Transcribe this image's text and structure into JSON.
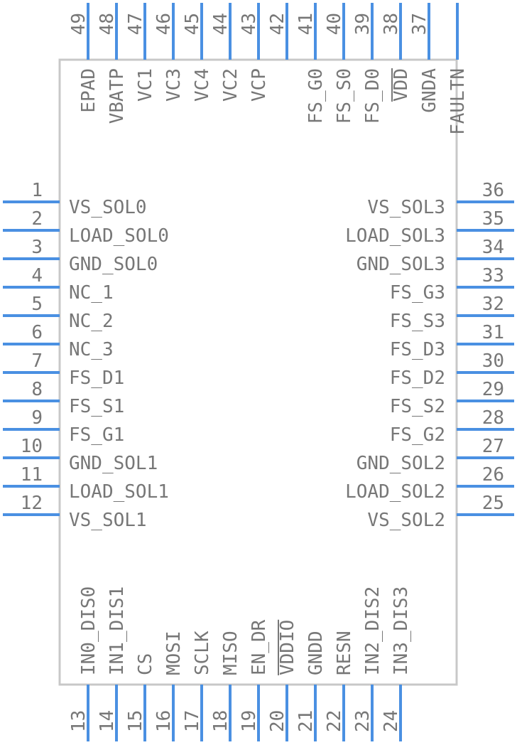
{
  "pins": {
    "left": [
      {
        "num": "1",
        "name": "VS_SOL0"
      },
      {
        "num": "2",
        "name": "LOAD_SOL0"
      },
      {
        "num": "3",
        "name": "GND_SOL0"
      },
      {
        "num": "4",
        "name": "NC_1"
      },
      {
        "num": "5",
        "name": "NC_2"
      },
      {
        "num": "6",
        "name": "NC_3"
      },
      {
        "num": "7",
        "name": "FS_D1"
      },
      {
        "num": "8",
        "name": "FS_S1"
      },
      {
        "num": "9",
        "name": "FS_G1"
      },
      {
        "num": "10",
        "name": "GND_SOL1"
      },
      {
        "num": "11",
        "name": "LOAD_SOL1"
      },
      {
        "num": "12",
        "name": "VS_SOL1"
      }
    ],
    "right": [
      {
        "num": "36",
        "name": "VS_SOL3"
      },
      {
        "num": "35",
        "name": "LOAD_SOL3"
      },
      {
        "num": "34",
        "name": "GND_SOL3"
      },
      {
        "num": "33",
        "name": "FS_G3"
      },
      {
        "num": "32",
        "name": "FS_S3"
      },
      {
        "num": "31",
        "name": "FS_D3"
      },
      {
        "num": "30",
        "name": "FS_D2"
      },
      {
        "num": "29",
        "name": "FS_S2"
      },
      {
        "num": "28",
        "name": "FS_G2"
      },
      {
        "num": "27",
        "name": "GND_SOL2"
      },
      {
        "num": "26",
        "name": "LOAD_SOL2"
      },
      {
        "num": "25",
        "name": "VS_SOL2"
      }
    ],
    "top": [
      {
        "num": "49",
        "name": "EPAD"
      },
      {
        "num": "48",
        "name": "VBATP"
      },
      {
        "num": "47",
        "name": "VC1"
      },
      {
        "num": "46",
        "name": "VC3"
      },
      {
        "num": "45",
        "name": "VC4"
      },
      {
        "num": "44",
        "name": "VC2"
      },
      {
        "num": "43",
        "name": "VCP"
      },
      {
        "num": "42",
        "name": ""
      },
      {
        "num": "41",
        "name": "FS_G0"
      },
      {
        "num": "40",
        "name": "FS_S0"
      },
      {
        "num": "39",
        "name": "FS_D0"
      },
      {
        "num": "38",
        "name": "VDD",
        "overbar": true
      },
      {
        "num": "37",
        "name": "GNDA"
      },
      {
        "num": "",
        "name": "FAULTN"
      }
    ],
    "bottom": [
      {
        "num": "13",
        "name": "IN0_DIS0"
      },
      {
        "num": "14",
        "name": "IN1_DIS1"
      },
      {
        "num": "15",
        "name": "CS"
      },
      {
        "num": "16",
        "name": "MOSI"
      },
      {
        "num": "17",
        "name": "SCLK"
      },
      {
        "num": "18",
        "name": "MISO"
      },
      {
        "num": "19",
        "name": "EN_DR"
      },
      {
        "num": "20",
        "name": "VDDIO",
        "overbar": true
      },
      {
        "num": "21",
        "name": "GNDD"
      },
      {
        "num": "22",
        "name": "RESN"
      },
      {
        "num": "23",
        "name": "IN2_DIS2"
      },
      {
        "num": "24",
        "name": "IN3_DIS3"
      }
    ]
  }
}
